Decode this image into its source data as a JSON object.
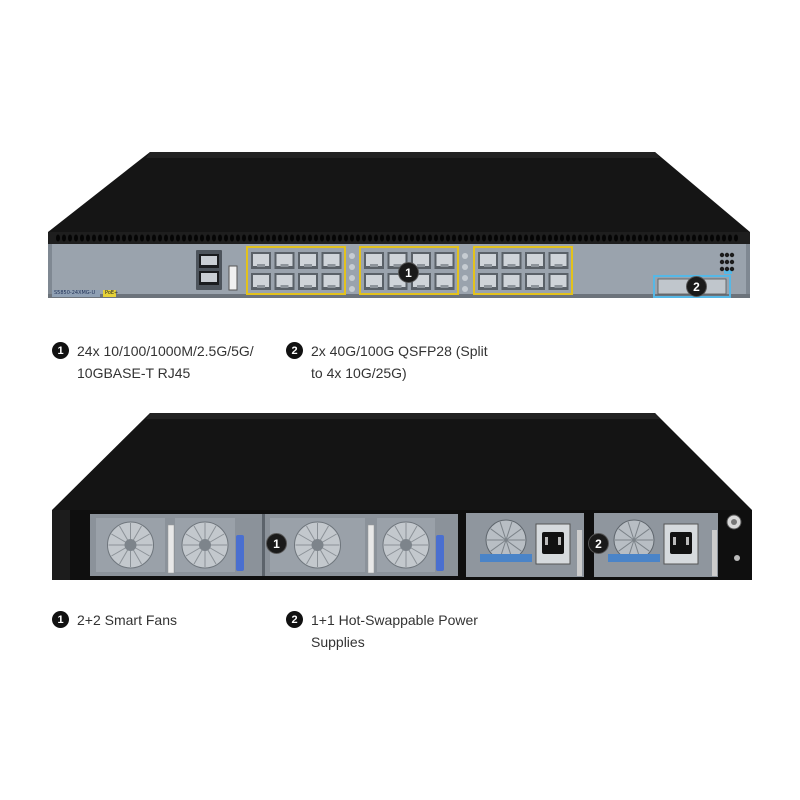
{
  "front": {
    "model_label": "S5850-24XMG-U",
    "poe_label": "PoE+",
    "markers": {
      "rj45": "1",
      "qsfp": "2"
    }
  },
  "rear": {
    "markers": {
      "fans": "1",
      "psu": "2"
    }
  },
  "callouts": {
    "front_1": {
      "num": "1",
      "line1": "24x 10/100/1000M/2.5G/5G/",
      "line2": "10GBASE-T RJ45"
    },
    "front_2": {
      "num": "2",
      "line1": "2x 40G/100G QSFP28 (Split",
      "line2": "to 4x 10G/25G)"
    },
    "rear_1": {
      "num": "1",
      "line1": "2+2 Smart Fans"
    },
    "rear_2": {
      "num": "2",
      "line1": "1+1 Hot-Swappable Power",
      "line2": "Supplies"
    }
  },
  "colors": {
    "chassis_top": "#141414",
    "faceplate": "#9aa3ad",
    "port_highlight": "#e3c21c",
    "qsfp_highlight": "#56b8e6",
    "fan_latch": "#4a6fd0"
  }
}
